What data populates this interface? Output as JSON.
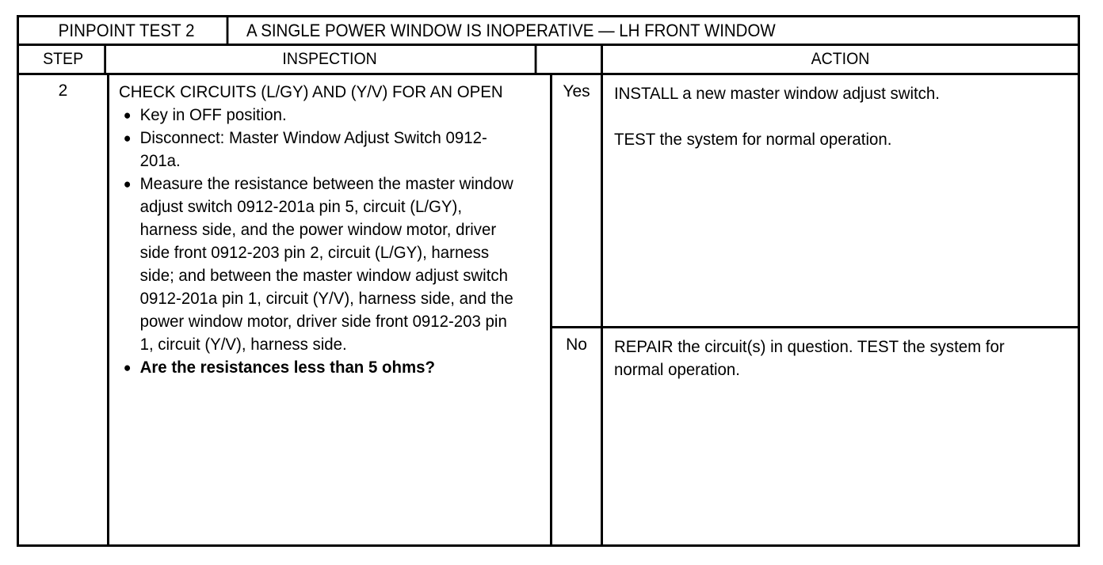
{
  "title": {
    "test_id": "PINPOINT TEST 2",
    "description": "A SINGLE POWER WINDOW IS INOPERATIVE — LH FRONT WINDOW"
  },
  "columns": {
    "step": "STEP",
    "inspection": "INSPECTION",
    "action": "ACTION"
  },
  "row": {
    "step_number": "2",
    "inspection": {
      "heading": "CHECK CIRCUITS (L/GY) AND (Y/V) FOR AN OPEN",
      "bullets": [
        "Key in OFF position.",
        "Disconnect: Master Window Adjust Switch 0912-201a.",
        "Measure the resistance between the master window adjust switch 0912-201a pin 5, circuit (L/GY), harness side, and the power window motor, driver side front 0912-203 pin 2, circuit (L/GY), harness side; and between the master window adjust switch 0912-201a pin 1, circuit (Y/V), harness side, and the power window motor, driver side front 0912-203 pin 1, circuit (Y/V), harness side.",
        "Are the resistances less than 5 ohms?"
      ],
      "bold_bullet_index": 3
    },
    "answers": [
      {
        "label": "Yes",
        "paragraphs": [
          "INSTALL a new master window adjust switch.",
          "TEST the system for normal operation."
        ]
      },
      {
        "label": "No",
        "paragraphs": [
          "REPAIR the circuit(s) in question. TEST the system for normal operation."
        ]
      }
    ]
  }
}
